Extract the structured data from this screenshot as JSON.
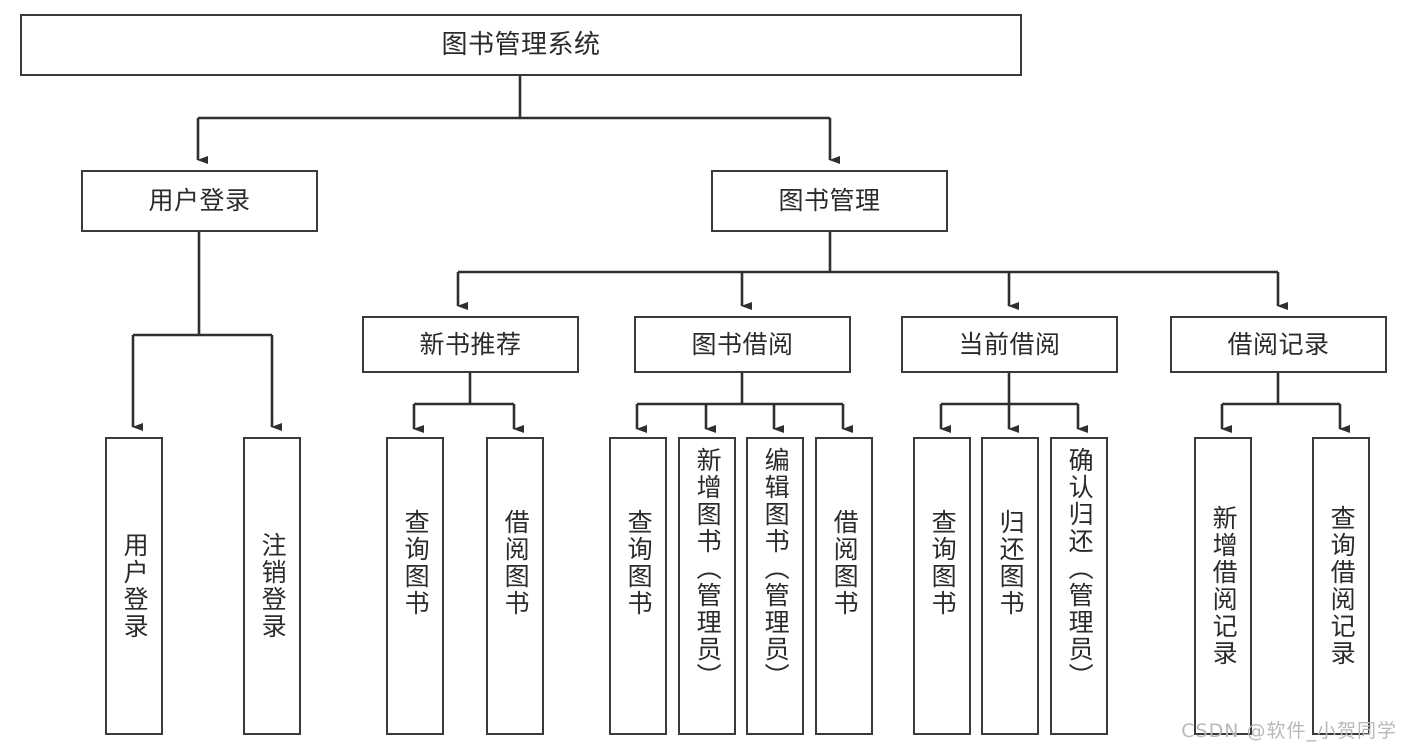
{
  "diagram": {
    "type": "tree",
    "title": "图书管理系统",
    "watermark": "CSDN @软件_小贺同学",
    "colors": {
      "background": "#ffffff",
      "node_border": "#3a3a3a",
      "node_fill": "#ffffff",
      "edge": "#2f2f2f",
      "text": "#2b2b2b",
      "watermark": "#b9b9b9"
    },
    "root": {
      "label": "图书管理系统"
    },
    "level1": [
      {
        "label": "用户登录"
      },
      {
        "label": "图书管理"
      }
    ],
    "level2": [
      {
        "label": "新书推荐"
      },
      {
        "label": "图书借阅"
      },
      {
        "label": "当前借阅"
      },
      {
        "label": "借阅记录"
      }
    ],
    "leaves": {
      "user_login": [
        {
          "label": "用户登录"
        },
        {
          "label": "注销登录"
        }
      ],
      "new_book_recommend": [
        {
          "label": "查询图书"
        },
        {
          "label": "借阅图书"
        }
      ],
      "book_borrow": [
        {
          "label": "查询图书"
        },
        {
          "label": "新增图书（管理员）"
        },
        {
          "label": "编辑图书（管理员）"
        },
        {
          "label": "借阅图书"
        }
      ],
      "current_borrow": [
        {
          "label": "查询图书"
        },
        {
          "label": "归还图书"
        },
        {
          "label": "确认归还（管理员）"
        }
      ],
      "borrow_record": [
        {
          "label": "新增借阅记录"
        },
        {
          "label": "查询借阅记录"
        }
      ]
    }
  }
}
